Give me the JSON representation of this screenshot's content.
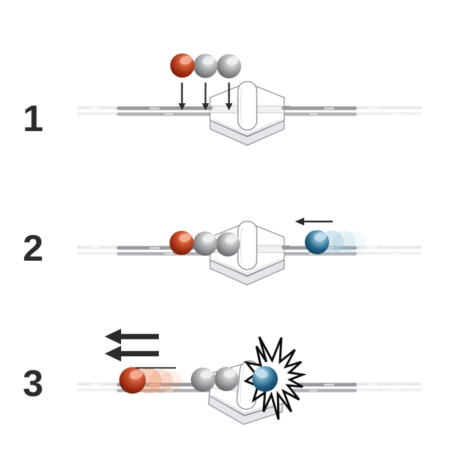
{
  "steps": [
    {
      "label": "1",
      "icons": [
        "red-marble-icon",
        "gray-marble-icon",
        "gray-marble-icon",
        "down-arrow-icon",
        "down-arrow-icon",
        "down-arrow-icon",
        "magnetic-cannon-tile-icon",
        "track-icon"
      ]
    },
    {
      "label": "2",
      "icons": [
        "red-marble-icon",
        "gray-marble-icon",
        "gray-marble-icon",
        "blue-marble-icon",
        "left-arrow-icon",
        "magnetic-cannon-tile-icon",
        "track-icon"
      ]
    },
    {
      "label": "3",
      "icons": [
        "red-marble-icon",
        "gray-marble-icon",
        "gray-marble-icon",
        "blue-marble-icon",
        "thick-left-arrow-icon",
        "thick-left-arrow-icon",
        "motion-line-icon",
        "impact-burst-icon",
        "magnetic-cannon-tile-icon",
        "track-icon"
      ]
    }
  ],
  "colors": {
    "ink": "#2b2b2b",
    "outline": "#8f959c",
    "track_dark": "#97999e",
    "track_mid": "#aeb1b5",
    "rail_tab": "#d9dbde",
    "tile_wall": "#e4e6e9",
    "groove": "#eff1f2",
    "red_1": "#f3a585",
    "red_2": "#cf5a36",
    "red_3": "#9c2a10",
    "red_4": "#5c1404",
    "red_shine": "#f6b096",
    "red_ghost": "#f09a74",
    "gray_1": "#f4f4f5",
    "gray_2": "#c3c5c7",
    "gray_3": "#87898c",
    "gray_4": "#46484b",
    "gray_shine": "#eff0f1",
    "blue_1": "#cfe4ef",
    "blue_2": "#6fa7c3",
    "blue_3": "#226085",
    "blue_4": "#0c3049",
    "blue_shine": "#c4deec",
    "blue_ghost": "#a9cde0",
    "burst_stroke": "#0a0a0a"
  }
}
